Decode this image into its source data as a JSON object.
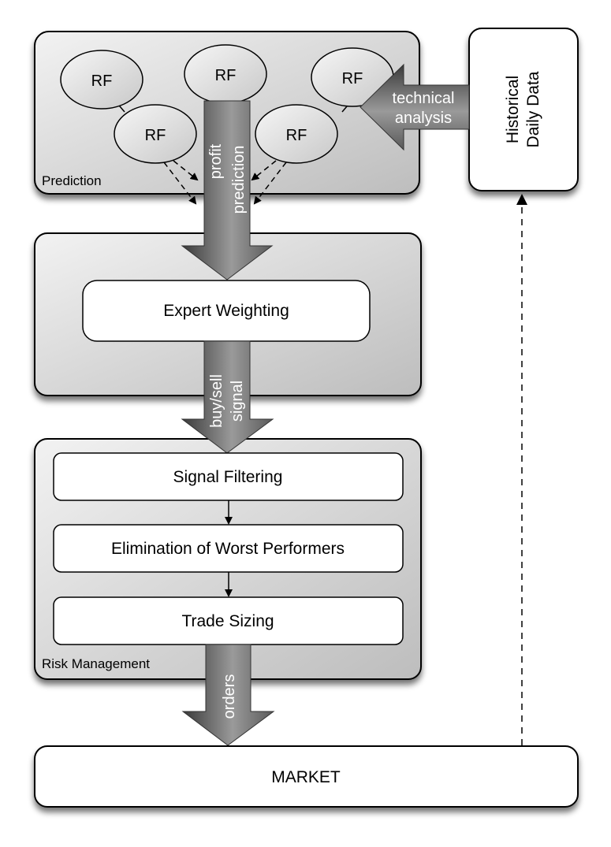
{
  "groups": {
    "prediction": {
      "label": "Prediction"
    },
    "weighting": {
      "label": ""
    },
    "risk": {
      "label": "Risk Management"
    }
  },
  "rf_nodes": [
    {
      "label": "RF"
    },
    {
      "label": "RF"
    },
    {
      "label": "RF"
    },
    {
      "label": "RF"
    },
    {
      "label": "RF"
    }
  ],
  "boxes": {
    "historical": {
      "line1": "Historical",
      "line2": "Daily Data"
    },
    "expert_weighting": {
      "label": "Expert Weighting"
    },
    "signal_filtering": {
      "label": "Signal Filtering"
    },
    "elimination": {
      "label": "Elimination of Worst Performers"
    },
    "trade_sizing": {
      "label": "Trade Sizing"
    },
    "market": {
      "label": "MARKET"
    }
  },
  "arrows": {
    "technical": {
      "line1": "technical",
      "line2": "analysis"
    },
    "profit": {
      "line1": "profit",
      "line2": "prediction"
    },
    "signal": {
      "line1": "buy/sell",
      "line2": "signal"
    },
    "orders": {
      "line1": "orders"
    }
  }
}
